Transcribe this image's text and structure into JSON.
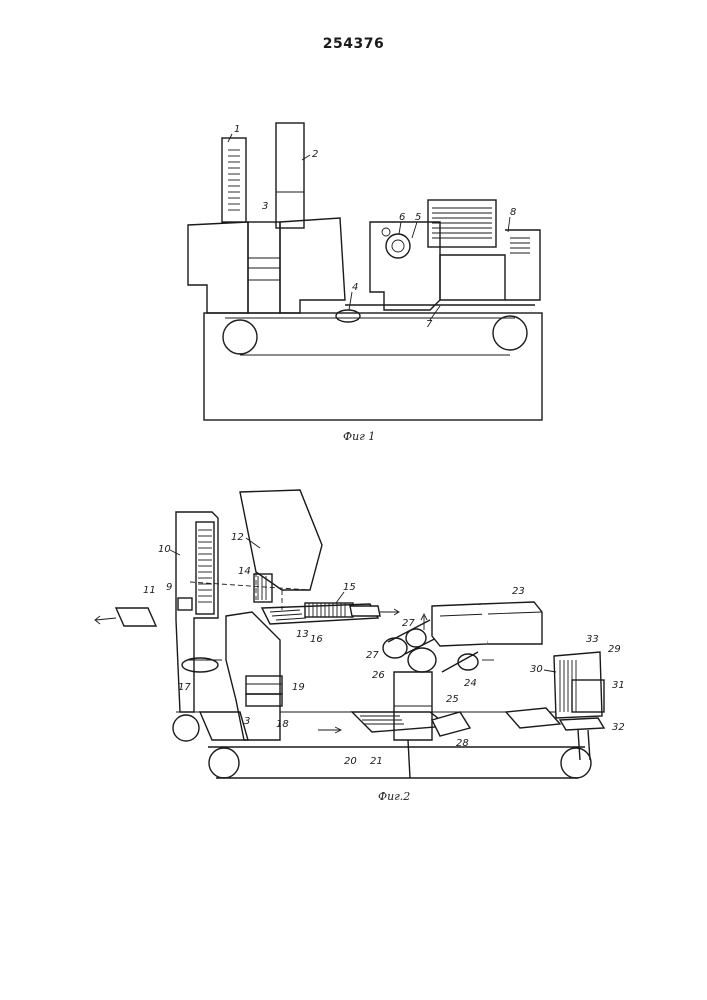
{
  "document": {
    "patent_number": "254376",
    "fig1_caption": "Фиг 1",
    "fig2_caption": "Фиг.2"
  },
  "fig1_labels": [
    "1",
    "2",
    "3",
    "4",
    "5",
    "6",
    "7",
    "8"
  ],
  "fig2_labels": [
    "9",
    "10",
    "11",
    "12",
    "13",
    "14",
    "15",
    "16",
    "17",
    "18",
    "19",
    "20",
    "21",
    "23",
    "24",
    "25",
    "26",
    "27",
    "27",
    "28",
    "29",
    "30",
    "31",
    "32",
    "33",
    "3"
  ]
}
